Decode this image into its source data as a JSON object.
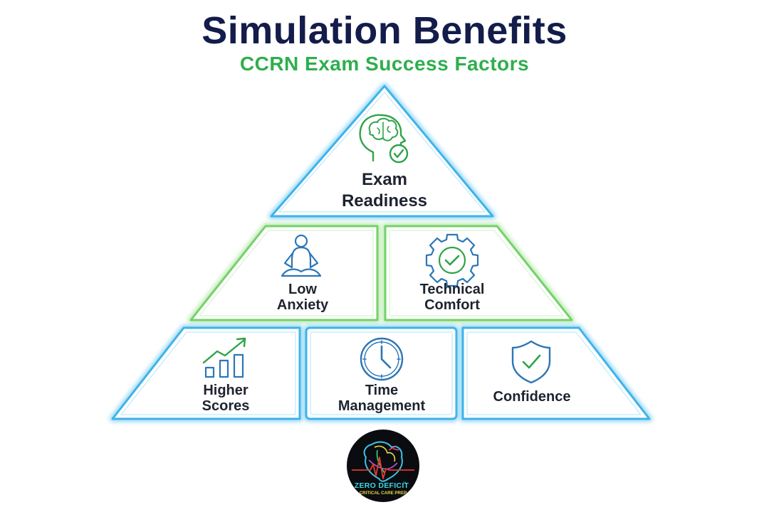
{
  "header": {
    "title": "Simulation Benefits",
    "subtitle": "CCRN Exam Success Factors"
  },
  "colors": {
    "title": "#131c4a",
    "subtitle": "#2fae4e",
    "blue_glow": "#3fb3ea",
    "green_glow": "#74d26a",
    "icon_blue": "#2c76b7",
    "icon_green": "#2fa34a"
  },
  "pyramid": {
    "top": {
      "label_line1": "Exam",
      "label_line2": "Readiness",
      "icon": "brain-check-icon"
    },
    "middle": [
      {
        "label_line1": "Low",
        "label_line2": "Anxiety",
        "icon": "meditation-icon"
      },
      {
        "label_line1": "Technical",
        "label_line2": "Comfort",
        "icon": "gear-check-icon"
      }
    ],
    "bottom": [
      {
        "label_line1": "Higher",
        "label_line2": "Scores",
        "icon": "growth-chart-icon"
      },
      {
        "label_line1": "Time",
        "label_line2": "Management",
        "icon": "clock-icon"
      },
      {
        "label_line1": "Confidence",
        "icon": "shield-check-icon"
      }
    ]
  },
  "logo": {
    "line1": "ZERO DEFICIT",
    "line1_mark": "™",
    "line2": "CRITICAL CARE PREP"
  }
}
